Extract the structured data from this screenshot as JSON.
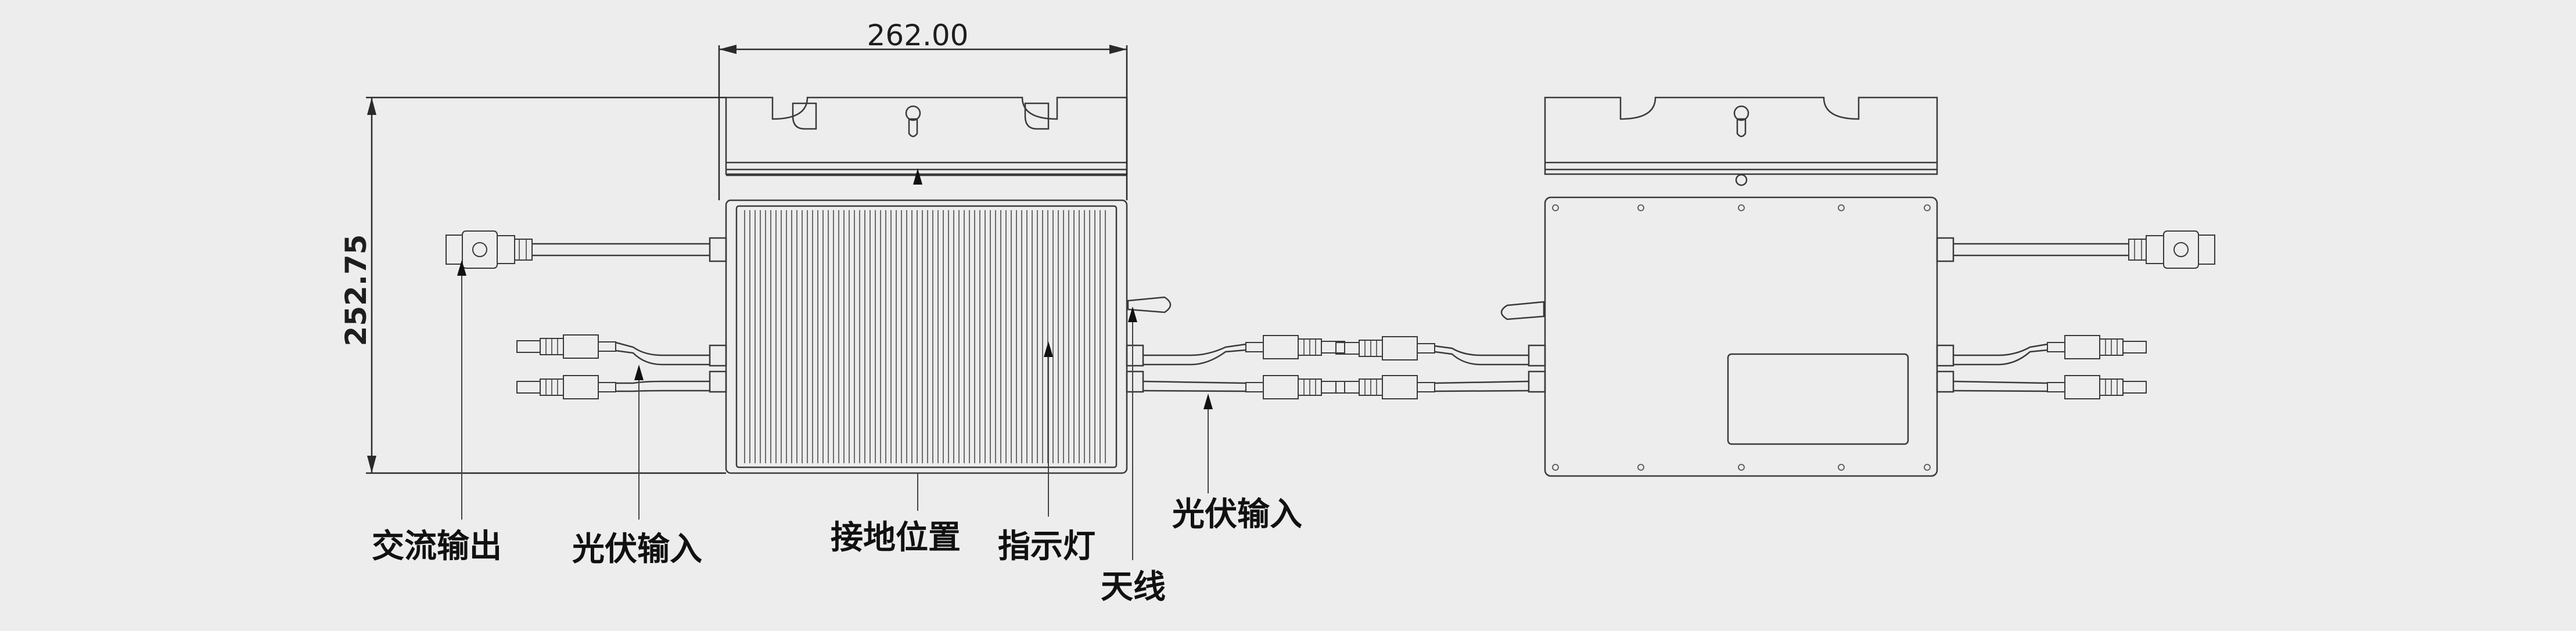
{
  "dimensions": {
    "width": "262.00",
    "height": "252.75"
  },
  "labels": {
    "ac_output": "交流输出",
    "pv_input_left": "光伏输入",
    "ground": "接地位置",
    "indicator": "指示灯",
    "antenna": "天线",
    "pv_input_right": "光伏输入"
  },
  "colors": {
    "background": "#ededed",
    "line": "#3a3a3a",
    "text": "#111111"
  }
}
